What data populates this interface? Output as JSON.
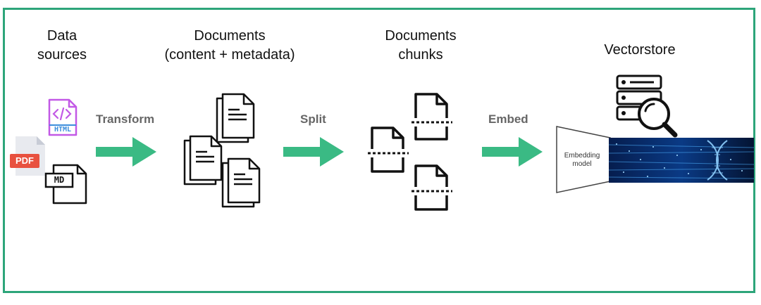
{
  "stages": {
    "sources": {
      "line1": "Data",
      "line2": "sources"
    },
    "documents": {
      "line1": "Documents",
      "line2": "(content + metadata)"
    },
    "chunks": {
      "line1": "Documents",
      "line2": "chunks"
    },
    "vectorstore": {
      "title": "Vectorstore"
    }
  },
  "steps": {
    "transform": "Transform",
    "split": "Split",
    "embed": "Embed"
  },
  "file_badges": {
    "html": "HTML",
    "pdf": "PDF",
    "md": "MD"
  },
  "embedding_model": {
    "line1": "Embedding",
    "line2": "model"
  },
  "colors": {
    "border": "#2da57a",
    "arrow": "#3aba84",
    "pdf_badge": "#e8513f",
    "html_icon": "#c259e6",
    "html_badge": "#3c8ddc",
    "tech_background": "#041a44"
  }
}
